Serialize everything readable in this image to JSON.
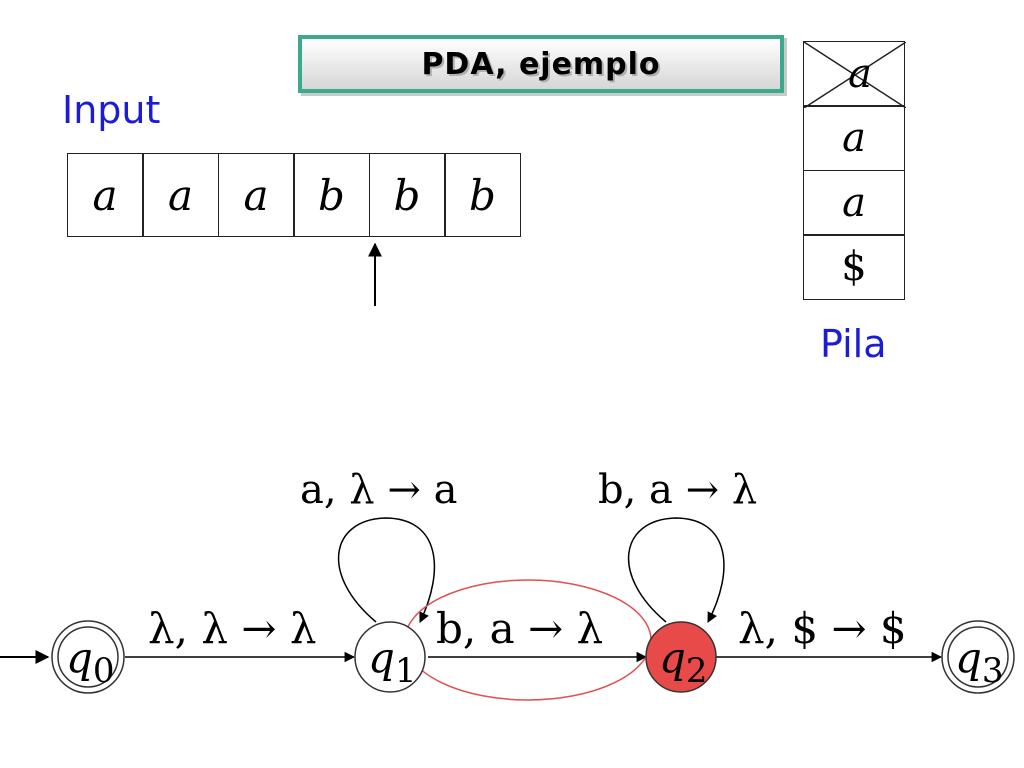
{
  "title": "PDA, ejemplo",
  "input_label": "Input",
  "stack_label": "Pila",
  "tape": [
    "a",
    "a",
    "a",
    "b",
    "b",
    "b"
  ],
  "stack": [
    "a",
    "a",
    "a",
    "$"
  ],
  "colors": {
    "title_border": "#3aa98e",
    "label_blue": "#1c1cd6",
    "active_state": "#e84a4a",
    "highlight_ellipse": "#e05050"
  },
  "states": [
    {
      "name": "q",
      "sub": "0"
    },
    {
      "name": "q",
      "sub": "1"
    },
    {
      "name": "q",
      "sub": "2"
    },
    {
      "name": "q",
      "sub": "3"
    }
  ],
  "transitions": {
    "q0_q1": "λ, λ → λ",
    "q1_loop": "a, λ → a",
    "q1_q2": "b, a → λ",
    "q2_loop": "b, a → λ",
    "q2_q3": "λ, $ → $"
  }
}
